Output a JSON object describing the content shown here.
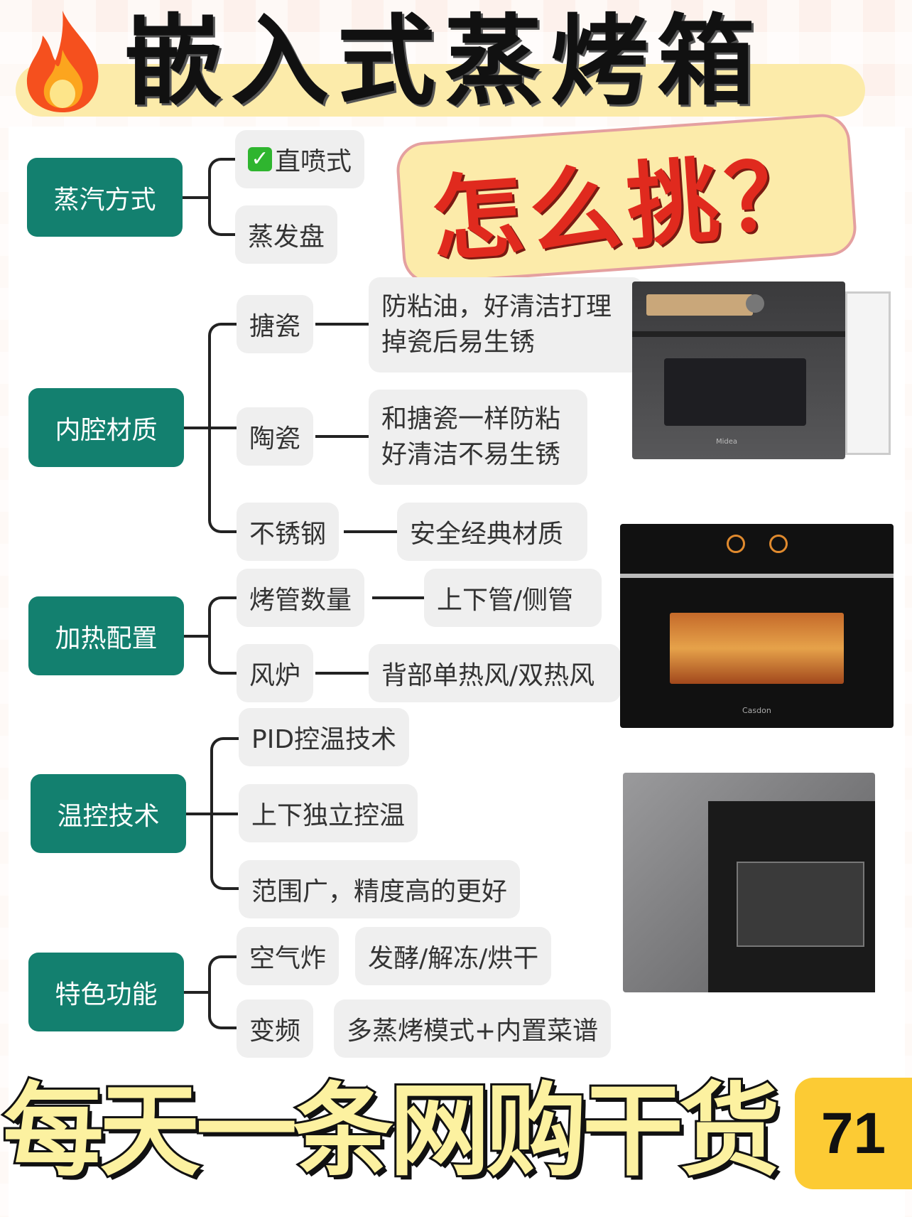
{
  "title": "嵌入式蒸烤箱",
  "question": "怎么挑？",
  "icons": {
    "title": "fire-icon",
    "check": "check-mark-icon"
  },
  "colors": {
    "category_box": "#13806f",
    "pill": "#efefef",
    "question_text": "#e02a1e",
    "badge": "#fccb34"
  },
  "categories": [
    {
      "label": "蒸汽方式",
      "options": [
        {
          "label": "直喷式",
          "checked": true
        },
        {
          "label": "蒸发盘"
        }
      ]
    },
    {
      "label": "内腔材质",
      "options": [
        {
          "label": "搪瓷",
          "desc": [
            "防粘油，好清洁打理",
            "掉瓷后易生锈"
          ]
        },
        {
          "label": "陶瓷",
          "desc": [
            "和搪瓷一样防粘",
            "好清洁不易生锈"
          ]
        },
        {
          "label": "不锈钢",
          "desc": [
            "安全经典材质"
          ]
        }
      ]
    },
    {
      "label": "加热配置",
      "options": [
        {
          "label": "烤管数量",
          "desc": [
            "上下管/侧管"
          ]
        },
        {
          "label": "风炉",
          "desc": [
            "背部单热风/双热风"
          ]
        }
      ]
    },
    {
      "label": "温控技术",
      "options": [
        {
          "label": "PID控温技术"
        },
        {
          "label": "上下独立控温"
        },
        {
          "label": "范围广，精度高的更好"
        }
      ]
    },
    {
      "label": "特色功能",
      "options": [
        {
          "label": "空气炸"
        },
        {
          "label": "发酵/解冻/烘干"
        },
        {
          "label": "变频"
        },
        {
          "label": "多蒸烤模式+内置菜谱"
        }
      ]
    }
  ],
  "oven_brands": [
    "Midea",
    "Casdon"
  ],
  "banner": "每天一条网购干货",
  "badge": "71"
}
